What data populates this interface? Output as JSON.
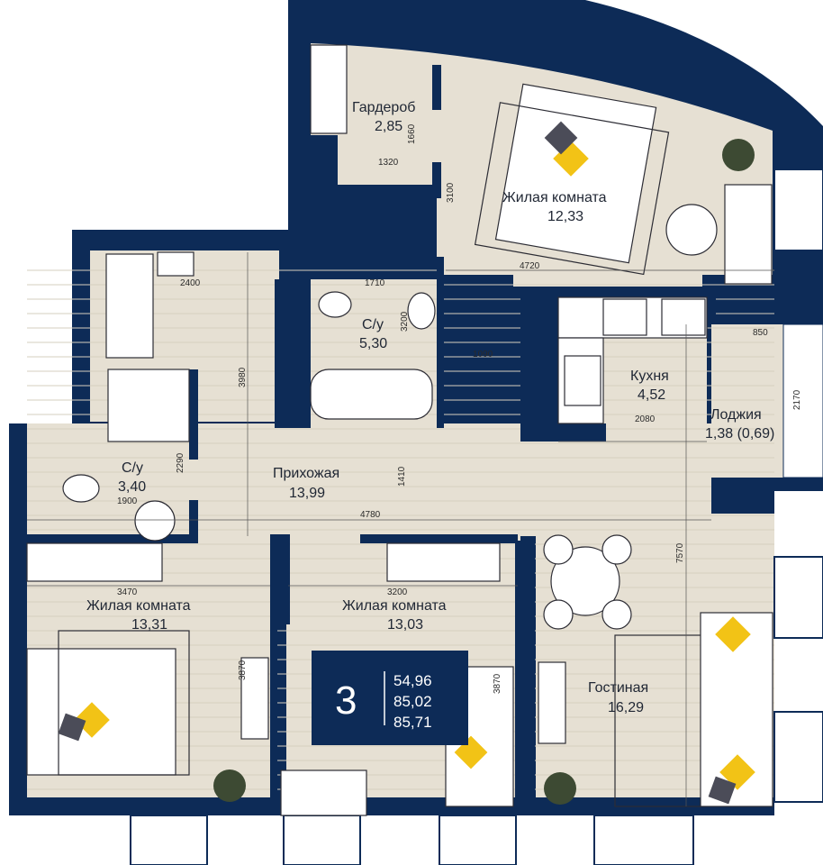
{
  "colors": {
    "wall": "#0d2b57",
    "floor": "#e6e0d3",
    "plank": "#d6cfbf",
    "accent": "#f2c316",
    "pillow_dark": "#4b4c58",
    "plant": "#3d4a33",
    "furniture": "#ffffff",
    "stroke": "#2c2c34"
  },
  "rooms": {
    "wardrobe": {
      "name": "Гардероб",
      "area": "2,85"
    },
    "bedroom_top": {
      "name": "Жилая комната",
      "area": "12,33"
    },
    "bath_main": {
      "name": "С/у",
      "area": "5,30"
    },
    "kitchen": {
      "name": "Кухня",
      "area": "4,52"
    },
    "loggia": {
      "name": "Лоджия",
      "area": "1,38 (0,69)"
    },
    "bath_small": {
      "name": "С/у",
      "area": "3,40"
    },
    "hall": {
      "name": "Прихожая",
      "area": "13,99"
    },
    "bedroom_left": {
      "name": "Жилая комната",
      "area": "13,31"
    },
    "bedroom_mid": {
      "name": "Жилая комната",
      "area": "13,03"
    },
    "living": {
      "name": "Гостиная",
      "area": "16,29"
    }
  },
  "dimensions": {
    "d1660": "1660",
    "d1320": "1320",
    "d3100": "3100",
    "d4720": "4720",
    "d2400": "2400",
    "d1710": "1710",
    "d3200v": "3200",
    "d1090": "1090",
    "d850": "850",
    "d2170": "2170",
    "d3980": "3980",
    "d2080": "2080",
    "d2290": "2290",
    "d1410": "1410",
    "d1900": "1900",
    "d4780": "4780",
    "d7570": "7570",
    "d3470": "3470",
    "d3200h": "3200",
    "d3870a": "3870",
    "d3870b": "3870"
  },
  "summary": {
    "rooms_count": "3",
    "area_living": "54,96",
    "area_total": "85,02",
    "area_with_loggia": "85,71"
  }
}
